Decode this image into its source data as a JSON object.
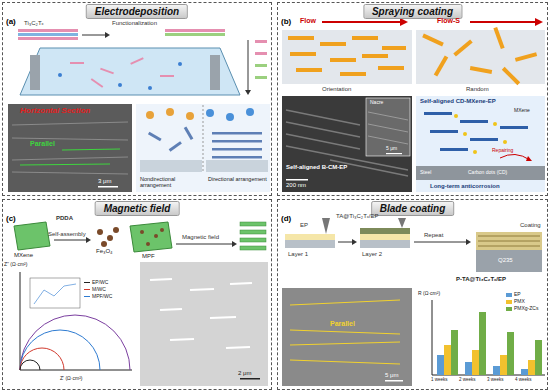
{
  "diagram": {
    "nodes": [
      {
        "text": [
          "Electrodeposition"
        ]
      },
      {
        "text": [
          "Spraying coating"
        ]
      },
      {
        "text": [
          "Magnetic field"
        ]
      },
      {
        "text": [
          "Blade coating"
        ]
      }
    ],
    "labels": [
      "(a)",
      "Ti₃C₂Tₓ",
      "Functionalization",
      "Horizontal Section",
      "Parallel",
      "3 μm",
      "Nondirectional arrangement",
      "Directional arrangement",
      "(b)",
      "Flow",
      "Orientation",
      "Flow-S",
      "Random",
      "Self-aligned B-CM-EP",
      "200 nm",
      "Nacre",
      "5 μm",
      "Self-aligned CD-MXene-EP",
      "MXene",
      "Repairing",
      "Steel",
      "Carbon dots (CD)",
      "Long-term anticorrosion",
      "(c)",
      "PDDA",
      "MXene",
      "Self-assembly",
      "Fe₃O₄",
      "MPF",
      "Magnetic field",
      "Z'' (Ω·cm²)",
      "Z' (Ω·cm²)",
      "2 μm",
      "(d)",
      "EP",
      "TA@Ti₃C₂Tₓ/EP",
      "Layer 1",
      "Layer 2",
      "Repeat",
      "Coating",
      "Q235",
      "P-TA@Ti₃C₂Tₓ/EP",
      "Parallel",
      "5 μm",
      "R (Ω·cm²)",
      "1 weeks",
      "2 weeks",
      "3 weeks",
      "4 weeks"
    ],
    "legend": [
      {
        "text": "EP/WC"
      },
      {
        "text": "M/WC"
      },
      {
        "text": "MPF/WC"
      },
      {
        "text": "EP",
        "color": "#5b9bd5"
      },
      {
        "text": "PMX",
        "color": "#f2c12e"
      },
      {
        "text": "PMXg-ZCs",
        "color": "#70ad47"
      }
    ]
  }
}
